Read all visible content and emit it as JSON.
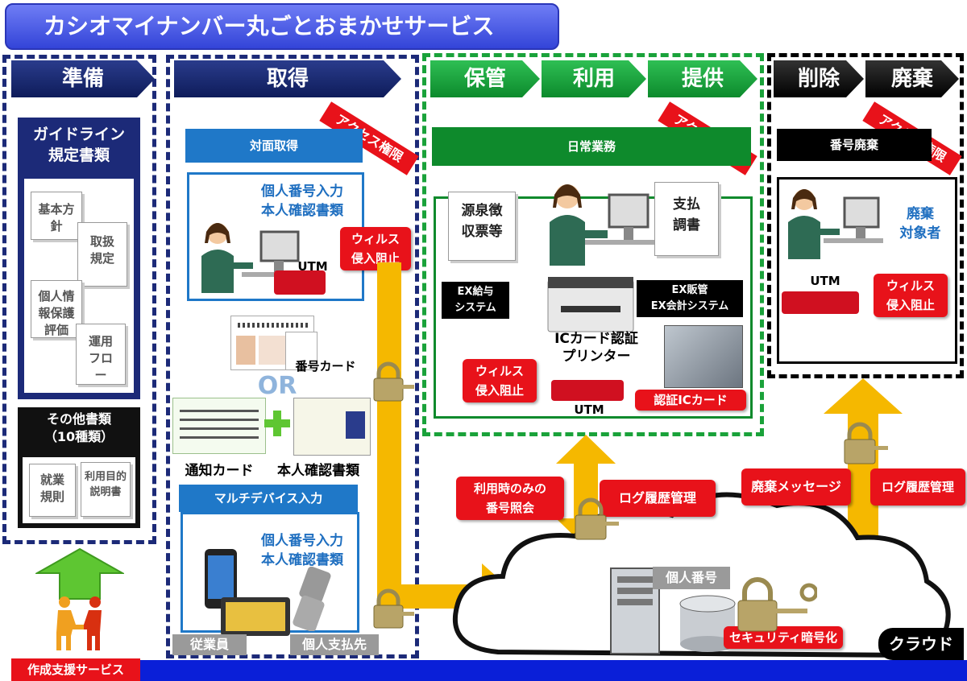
{
  "title": "カシオマイナンバー丸ごとおまかせサービス",
  "phases": {
    "prep": "準備",
    "acquire": "取得",
    "store": "保管",
    "use": "利用",
    "provide": "提供",
    "delete": "削除",
    "dispose": "廃棄"
  },
  "prep": {
    "guideline_title": "ガイドライン\n規定書類",
    "docs": [
      "基本方針",
      "取扱規定",
      "個人情報保護評価",
      "運用フロー"
    ],
    "other_title": "その他書類\n（10種類）",
    "other_docs": [
      "就業規則",
      "利用目的説明書"
    ],
    "support_label": "作成支援サービス"
  },
  "acquire": {
    "face_head": "対面取得",
    "face_text": "個人番号入力\n本人確認書類",
    "utm": "UTM",
    "virus": "ウィルス\n侵入阻止",
    "access": "アクセス権限",
    "number_card": "番号カード",
    "or": "OR",
    "notice_card": "通知カード",
    "id_docs": "本人確認書類",
    "multi_head": "マルチデバイス入力",
    "multi_text": "個人番号入力\n本人確認書類",
    "employee": "従業員",
    "payee": "個人支払先"
  },
  "store": {
    "daily_head": "日常業務",
    "access": "アクセス権限",
    "doc_left": "源泉徴\n収票等",
    "doc_right": "支払\n調書",
    "ex_pay": "EX給与\nシステム",
    "ex_sales": "EX販管\nEX会計システム",
    "printer": "ICカード認証\nプリンター",
    "virus": "ウィルス\n侵入阻止",
    "utm": "UTM",
    "ic_card": "認証ICカード"
  },
  "dispose": {
    "head": "番号廃棄",
    "access": "アクセス権限",
    "target": "廃棄\n対象者",
    "utm": "UTM",
    "virus": "ウィルス\n侵入阻止"
  },
  "cloud": {
    "lookup": "利用時のみの\n番号照会",
    "log1": "ログ履歴管理",
    "dispose_msg": "廃棄メッセージ",
    "log2": "ログ履歴管理",
    "personal_number": "個人番号",
    "security": "セキュリティ暗号化",
    "cloud_label": "クラウド"
  },
  "colors": {
    "navy": "#1c2a78",
    "green": "#1aa23a",
    "red": "#e8121a",
    "blue": "#1f78c8",
    "yellow": "#f5b800",
    "footer": "#0a1fd8"
  }
}
